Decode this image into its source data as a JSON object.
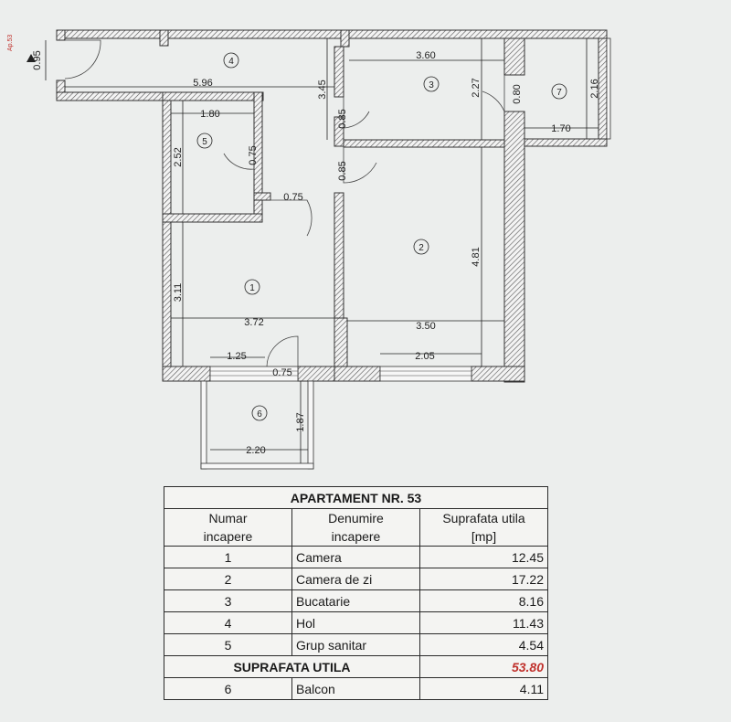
{
  "marker_label": "Ap.53",
  "plan": {
    "room_numbers": [
      "1",
      "2",
      "3",
      "4",
      "5",
      "6",
      "7"
    ],
    "dims": {
      "hol_door": "0.95",
      "hol_len": "5.96",
      "hol_w": "3.45",
      "buc_len": "3.60",
      "buc_w": "2.27",
      "door_085a": "0.85",
      "door_085b": "0.85",
      "door_080": "0.80",
      "r7_w": "2.16",
      "r7_len": "1.70",
      "gs_len": "1.80",
      "gs_w": "2.52",
      "gs_door": "0.75",
      "cam_door": "0.75",
      "cz_w": "4.81",
      "cam_w": "3.11",
      "cam_len": "3.72",
      "cz_len": "3.50",
      "cz_win": "2.05",
      "balc_win": "1.25",
      "balc_door": "0.75",
      "balc_w": "1.87",
      "balc_len": "2.20"
    }
  },
  "table": {
    "title": "APARTAMENT NR. 53",
    "headers": {
      "c1_line1": "Numar",
      "c1_line2": "incapere",
      "c2_line1": "Denumire",
      "c2_line2": "incapere",
      "c3_line1": "Suprafata utila",
      "c3_line2": "[mp]"
    },
    "rows": [
      {
        "nr": "1",
        "name": "Camera",
        "area": "12.45"
      },
      {
        "nr": "2",
        "name": "Camera de zi",
        "area": "17.22"
      },
      {
        "nr": "3",
        "name": "Bucatarie",
        "area": "8.16"
      },
      {
        "nr": "4",
        "name": "Hol",
        "area": "11.43"
      },
      {
        "nr": "5",
        "name": "Grup sanitar",
        "area": "4.54"
      }
    ],
    "total_label": "SUPRAFATA UTILA",
    "total_value": "53.80",
    "balcony": {
      "nr": "6",
      "name": "Balcon",
      "area": "4.11"
    },
    "accent_color": "#c0312c"
  }
}
